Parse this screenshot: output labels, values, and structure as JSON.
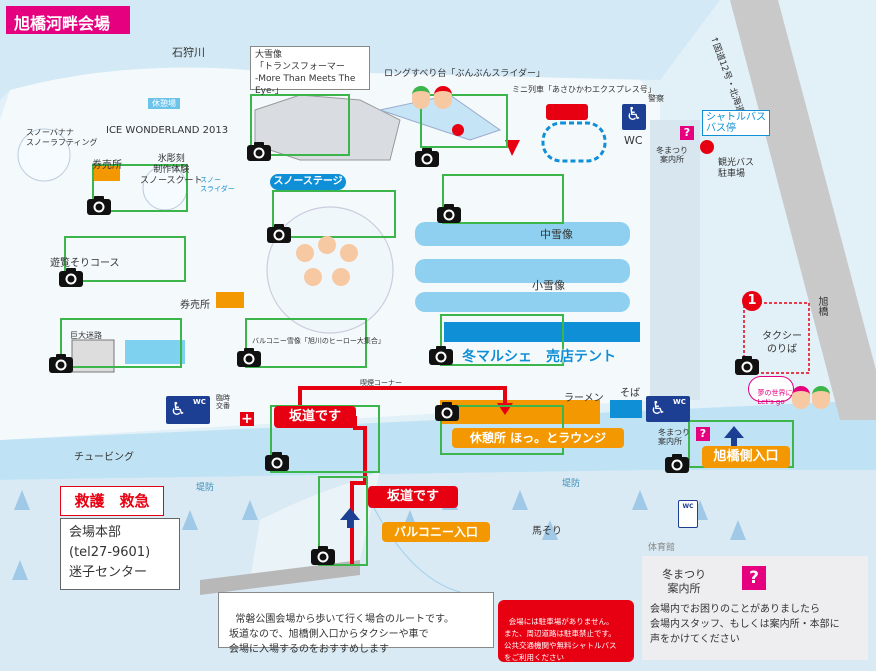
{
  "colors": {
    "route": "#e60012",
    "green_frame": "#3cb54a",
    "orange": "#f39800",
    "blue": "#0f8fd6",
    "navy": "#1c3f94",
    "pink": "#e4007f",
    "title_bg": "#e4007f",
    "river": "#bfe3f5",
    "snow": "#f4f9fc",
    "road": "#c8c8c8"
  },
  "header": {
    "title": "旭橋河畔会場"
  },
  "labels": {
    "ishikari_river": "石狩川",
    "big_statue_line1": "大雪像",
    "big_statue_line2": "「トランスフォーマー",
    "big_statue_line3": "-More Than Meets The Eye-」",
    "slide": "ロングすべり台「ぶんぶんスライダー」",
    "mini_train": "ミニ列車「あさひかわエクスプレス号」",
    "keisatsu": "警察",
    "road_12": "↑国道12号・北海道方面",
    "shuttle_bus_stop": "シャトルバス\nバス停",
    "rest_area": "休憩場",
    "ice_wonderland": "ICE WONDERLAND 2013",
    "snow_banana": "スノーバナナ\nスノーラフティング",
    "ticket1": "券売所",
    "ice_sculpture": "氷彫刻\n制作体験\nスノースクート",
    "snow_slider": "スノー\nスライダー",
    "snow_stage": "スノーステージ",
    "wc_main": "WC",
    "info_center_small": "冬まつり\n案内所",
    "sightseeing_bus": "観光バス\n駐車場",
    "mid_statue": "中雪像",
    "small_statue": "小雪像",
    "sled_course": "遊覧そりコース",
    "ticket2": "券売所",
    "maze": "巨大迷路",
    "balcony_statue": "バルコニー雪像「旭川のヒーロー大集合」",
    "winter_marche": "冬マルシェ　売店テント",
    "asahibashi": "旭橋",
    "taxi": "タクシー\nのりば",
    "smoking": "喫煙コーナー",
    "ramen": "ラーメン",
    "soba": "そば",
    "wc_left": "WC",
    "koban": "臨時\n交番",
    "slope1": "坂道です",
    "rest_lounge": "休憩所 ほっ。とラウンジ",
    "info_center_right": "冬まつり\n案内所",
    "asahibashi_entrance": "旭橋側入口",
    "tubing": "チュービング",
    "embankment1": "堤防",
    "embankment2": "堤防",
    "rescue": "救護　救急",
    "slope2": "坂道です",
    "balcony_entrance": "バルコニー入口",
    "horse_sled": "馬そり",
    "wc_small": "WC",
    "hq_line1": "会場本部",
    "hq_line2": "(tel27-9601)",
    "hq_line3": "迷子センター",
    "route_note": "常磐公園会場から歩いて行く場合のルートです。\n坂道なので、旭橋側入口からタクシーや車で\n会場に入場するのをおすすめします",
    "parking_note": "会場には駐車場がありません。\nまた、周辺道路は駐車禁止です。\n公共交通機関や無料シャトルバス\nをご利用ください",
    "info_title": "冬まつり\n案内所",
    "info_text": "会場内でお困りのことがありましたら\n会場内スタッフ、もしくは案内所・本部に\n声をかけてください",
    "yume_bubble": "夢の世界に\nLet's go",
    "gym": "体育館",
    "marker_1": "1"
  }
}
